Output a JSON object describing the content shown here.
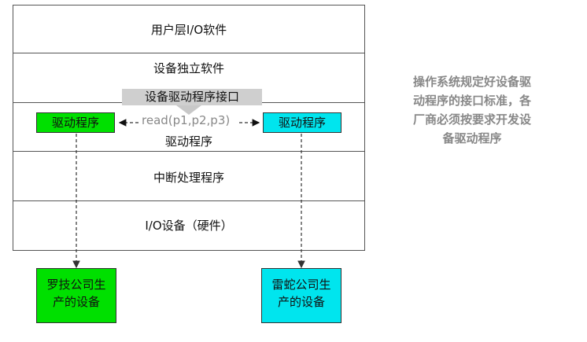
{
  "layers": [
    {
      "label": "用户层I/O软件"
    },
    {
      "label": "设备独立软件"
    },
    {
      "label": "驱动程序"
    },
    {
      "label": "中断处理程序"
    },
    {
      "label": "I/O设备（硬件）"
    }
  ],
  "interface_banner": "设备驱动程序接口",
  "left_driver": {
    "label": "驱动程序",
    "color": "#00e000"
  },
  "right_driver": {
    "label": "驱动程序",
    "color": "#00e5ee"
  },
  "read_call": "read(p1,p2,p3)",
  "left_vendor": {
    "label_line1": "罗技公司生",
    "label_line2": "产的设备",
    "color": "#00e000"
  },
  "right_vendor": {
    "label_line1": "雷蛇公司生",
    "label_line2": "产的设备",
    "color": "#00e5ee"
  },
  "note_lines": [
    "操作系统规定好设备驱",
    "动程序的接口标准，各",
    "厂商必须按要求开发设",
    "备驱动程序"
  ]
}
